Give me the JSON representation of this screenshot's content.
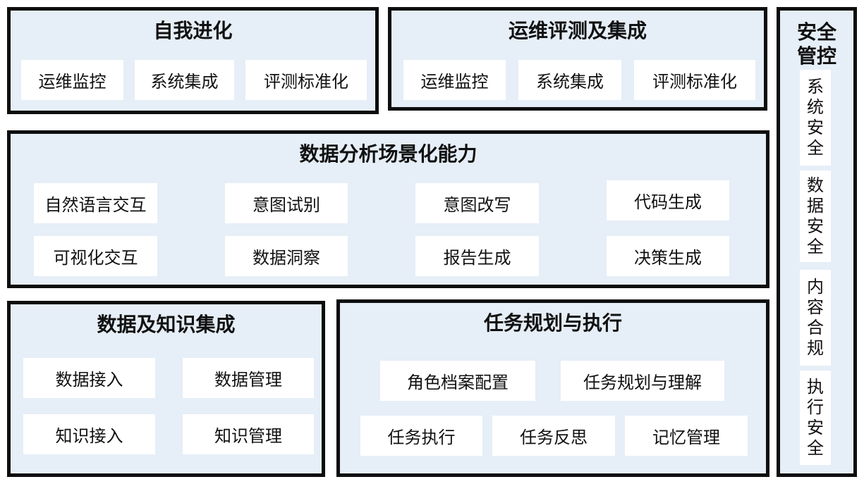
{
  "self_evolution": {
    "title": "自我进化",
    "items": [
      "运维监控",
      "系统集成",
      "评测标准化"
    ]
  },
  "ops_eval": {
    "title": "运维评测及集成",
    "items": [
      "运维监控",
      "系统集成",
      "评测标准化"
    ]
  },
  "analysis": {
    "title": "数据分析场景化能力",
    "items": [
      "自然语言交互",
      "意图试别",
      "意图改写",
      "代码生成",
      "可视化交互",
      "数据洞察",
      "报告生成",
      "决策生成"
    ]
  },
  "data_knowledge": {
    "title": "数据及知识集成",
    "items": [
      "数据接入",
      "数据管理",
      "知识接入",
      "知识管理"
    ]
  },
  "task_planning": {
    "title": "任务规划与执行",
    "items": [
      "角色档案配置",
      "任务规划与理解",
      "任务执行",
      "任务反思",
      "记忆管理"
    ]
  },
  "security": {
    "title_line1": "安全",
    "title_line2": "管控",
    "items": [
      [
        "系",
        "统",
        "安",
        "全"
      ],
      [
        "数",
        "据",
        "安",
        "全"
      ],
      [
        "内",
        "容",
        "合",
        "规"
      ],
      [
        "执",
        "行",
        "安",
        "全"
      ]
    ]
  }
}
